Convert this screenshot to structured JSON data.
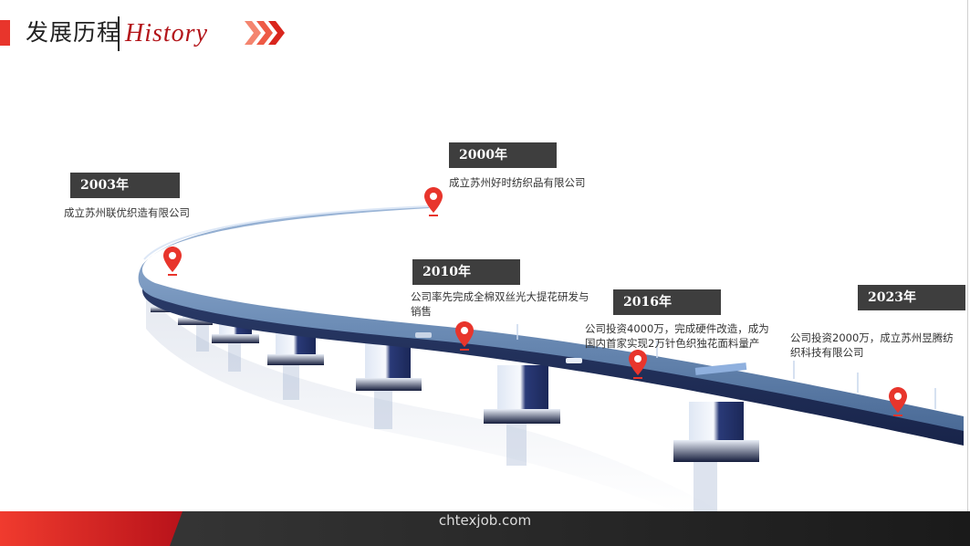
{
  "header": {
    "title_cn": "发展历程",
    "title_en": "History",
    "accent_color": "#e8352c",
    "en_color": "#b3151a",
    "decor_icon": "triple-chevron-right-icon"
  },
  "timeline": [
    {
      "year": "2003年",
      "text": "成立苏州联优织造有限公司"
    },
    {
      "year": "2000年",
      "text": "成立苏州好时纺织品有限公司"
    },
    {
      "year": "2010年",
      "text": "公司率先完成全棉双丝光大提花研发与销售"
    },
    {
      "year": "2016年",
      "text": "公司投资4000万，完成硬件改造，成为国内首家实现2万针色织独花面料量产"
    },
    {
      "year": "2023年",
      "text": "公司投资2000万，成立苏州昱腾纺织科技有限公司"
    }
  ],
  "pin_icon": "map-pin-icon",
  "pin_color": "#e8352c",
  "footer": {
    "watermark": "chtexjob.com"
  }
}
